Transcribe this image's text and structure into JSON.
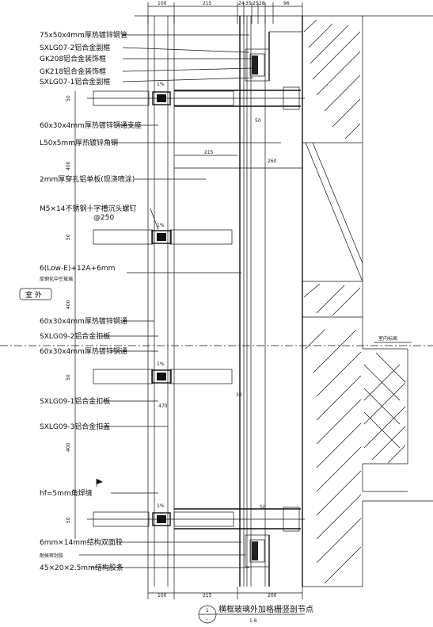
{
  "dims_top": [
    "100",
    "215",
    "24",
    "35",
    "25",
    "28",
    "96"
  ],
  "dims_bottom": [
    "100",
    "215",
    "200"
  ],
  "dims_inner": {
    "d215": "215",
    "d260": "260",
    "d50a": "50",
    "d50b": "50",
    "d470": "470",
    "d30": "30",
    "d400a": "400",
    "d400b": "400",
    "d400c": "400",
    "d50c": "50",
    "d50d": "50",
    "d50e": "50",
    "d50f": "50",
    "d1a": "1%",
    "d1b": "1%",
    "d1c": "1%",
    "d1d": "1%"
  },
  "labels": [
    "75x50x4mm厚热镀锌钢管",
    "SXLG07-2铝合金副框",
    "GK208铝合金装饰框",
    "GK218铝合金装饰框",
    "SXLG07-1铝合金副框",
    "60x30x4mm厚热镀锌钢通支座",
    "L50x5mm厚热镀锌角钢",
    "2mm厚穿孔铝单板(现浇喷涂)",
    "M5×14不锈钢十字槽沉头螺钉",
    "@250",
    "6(Low-E)+12A+6mm",
    "厚钢化中空玻璃",
    "60x30x4mm厚热镀锌钢通",
    "SXLG09-2铝合金扣板",
    "60x30x4mm厚热镀锌钢通",
    "SXLG09-1铝合金扣板",
    "SXLG09-3铝合金扣盖",
    "hf=5mm角焊缝",
    "6mm×14mm结构双面胶",
    "耐候密封胶",
    "45×20×2.5mm结构胶条"
  ],
  "outside_label": "室 外",
  "finish_label": "室内标高",
  "title": {
    "number": "1",
    "sheet": "-",
    "name": "横框玻璃外加格栅竖剖节点",
    "scale": "1:6"
  }
}
